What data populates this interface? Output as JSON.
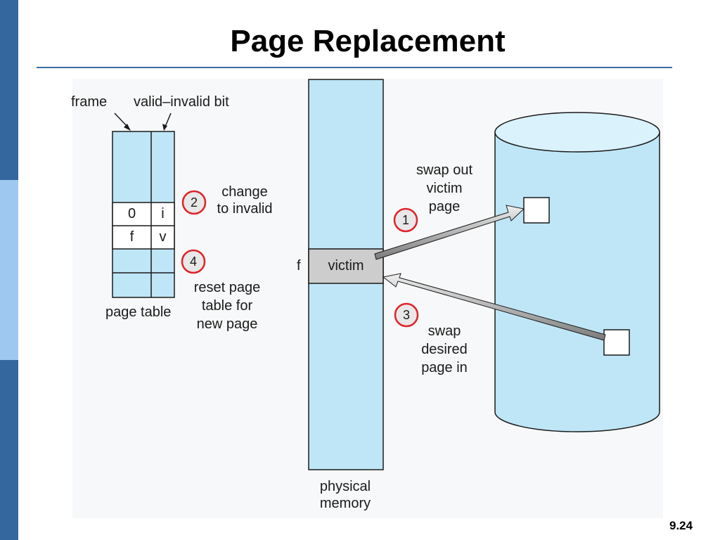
{
  "title": "Page Replacement",
  "slide_number": "9.24",
  "colors": {
    "sidebar_dark": "#34679d",
    "sidebar_light": "#9ec8ef",
    "rule": "#3a6ea5",
    "box_fill": "#bfe6f6",
    "victim_fill": "#cdcdcd",
    "circle_outline": "#e0232a",
    "arrow_fill": "#8a8a8a"
  },
  "page_table": {
    "frame_label": "frame",
    "bit_label": "valid–invalid bit",
    "rows": [
      {
        "frame": "",
        "bit": ""
      },
      {
        "frame": "0",
        "bit": "i"
      },
      {
        "frame": "f",
        "bit": "v"
      },
      {
        "frame": "",
        "bit": ""
      },
      {
        "frame": "",
        "bit": ""
      }
    ],
    "caption": "page table"
  },
  "physical_memory": {
    "frame_marker": "f",
    "victim_label": "victim",
    "caption": [
      "physical",
      "memory"
    ]
  },
  "steps": [
    {
      "number": "1",
      "lines": [
        "swap out",
        "victim",
        "page"
      ]
    },
    {
      "number": "2",
      "lines": [
        "change",
        "to invalid"
      ]
    },
    {
      "number": "3",
      "lines": [
        "swap",
        "desired",
        "page in"
      ]
    },
    {
      "number": "4",
      "lines": [
        "reset page",
        "table for",
        "new page"
      ]
    }
  ]
}
